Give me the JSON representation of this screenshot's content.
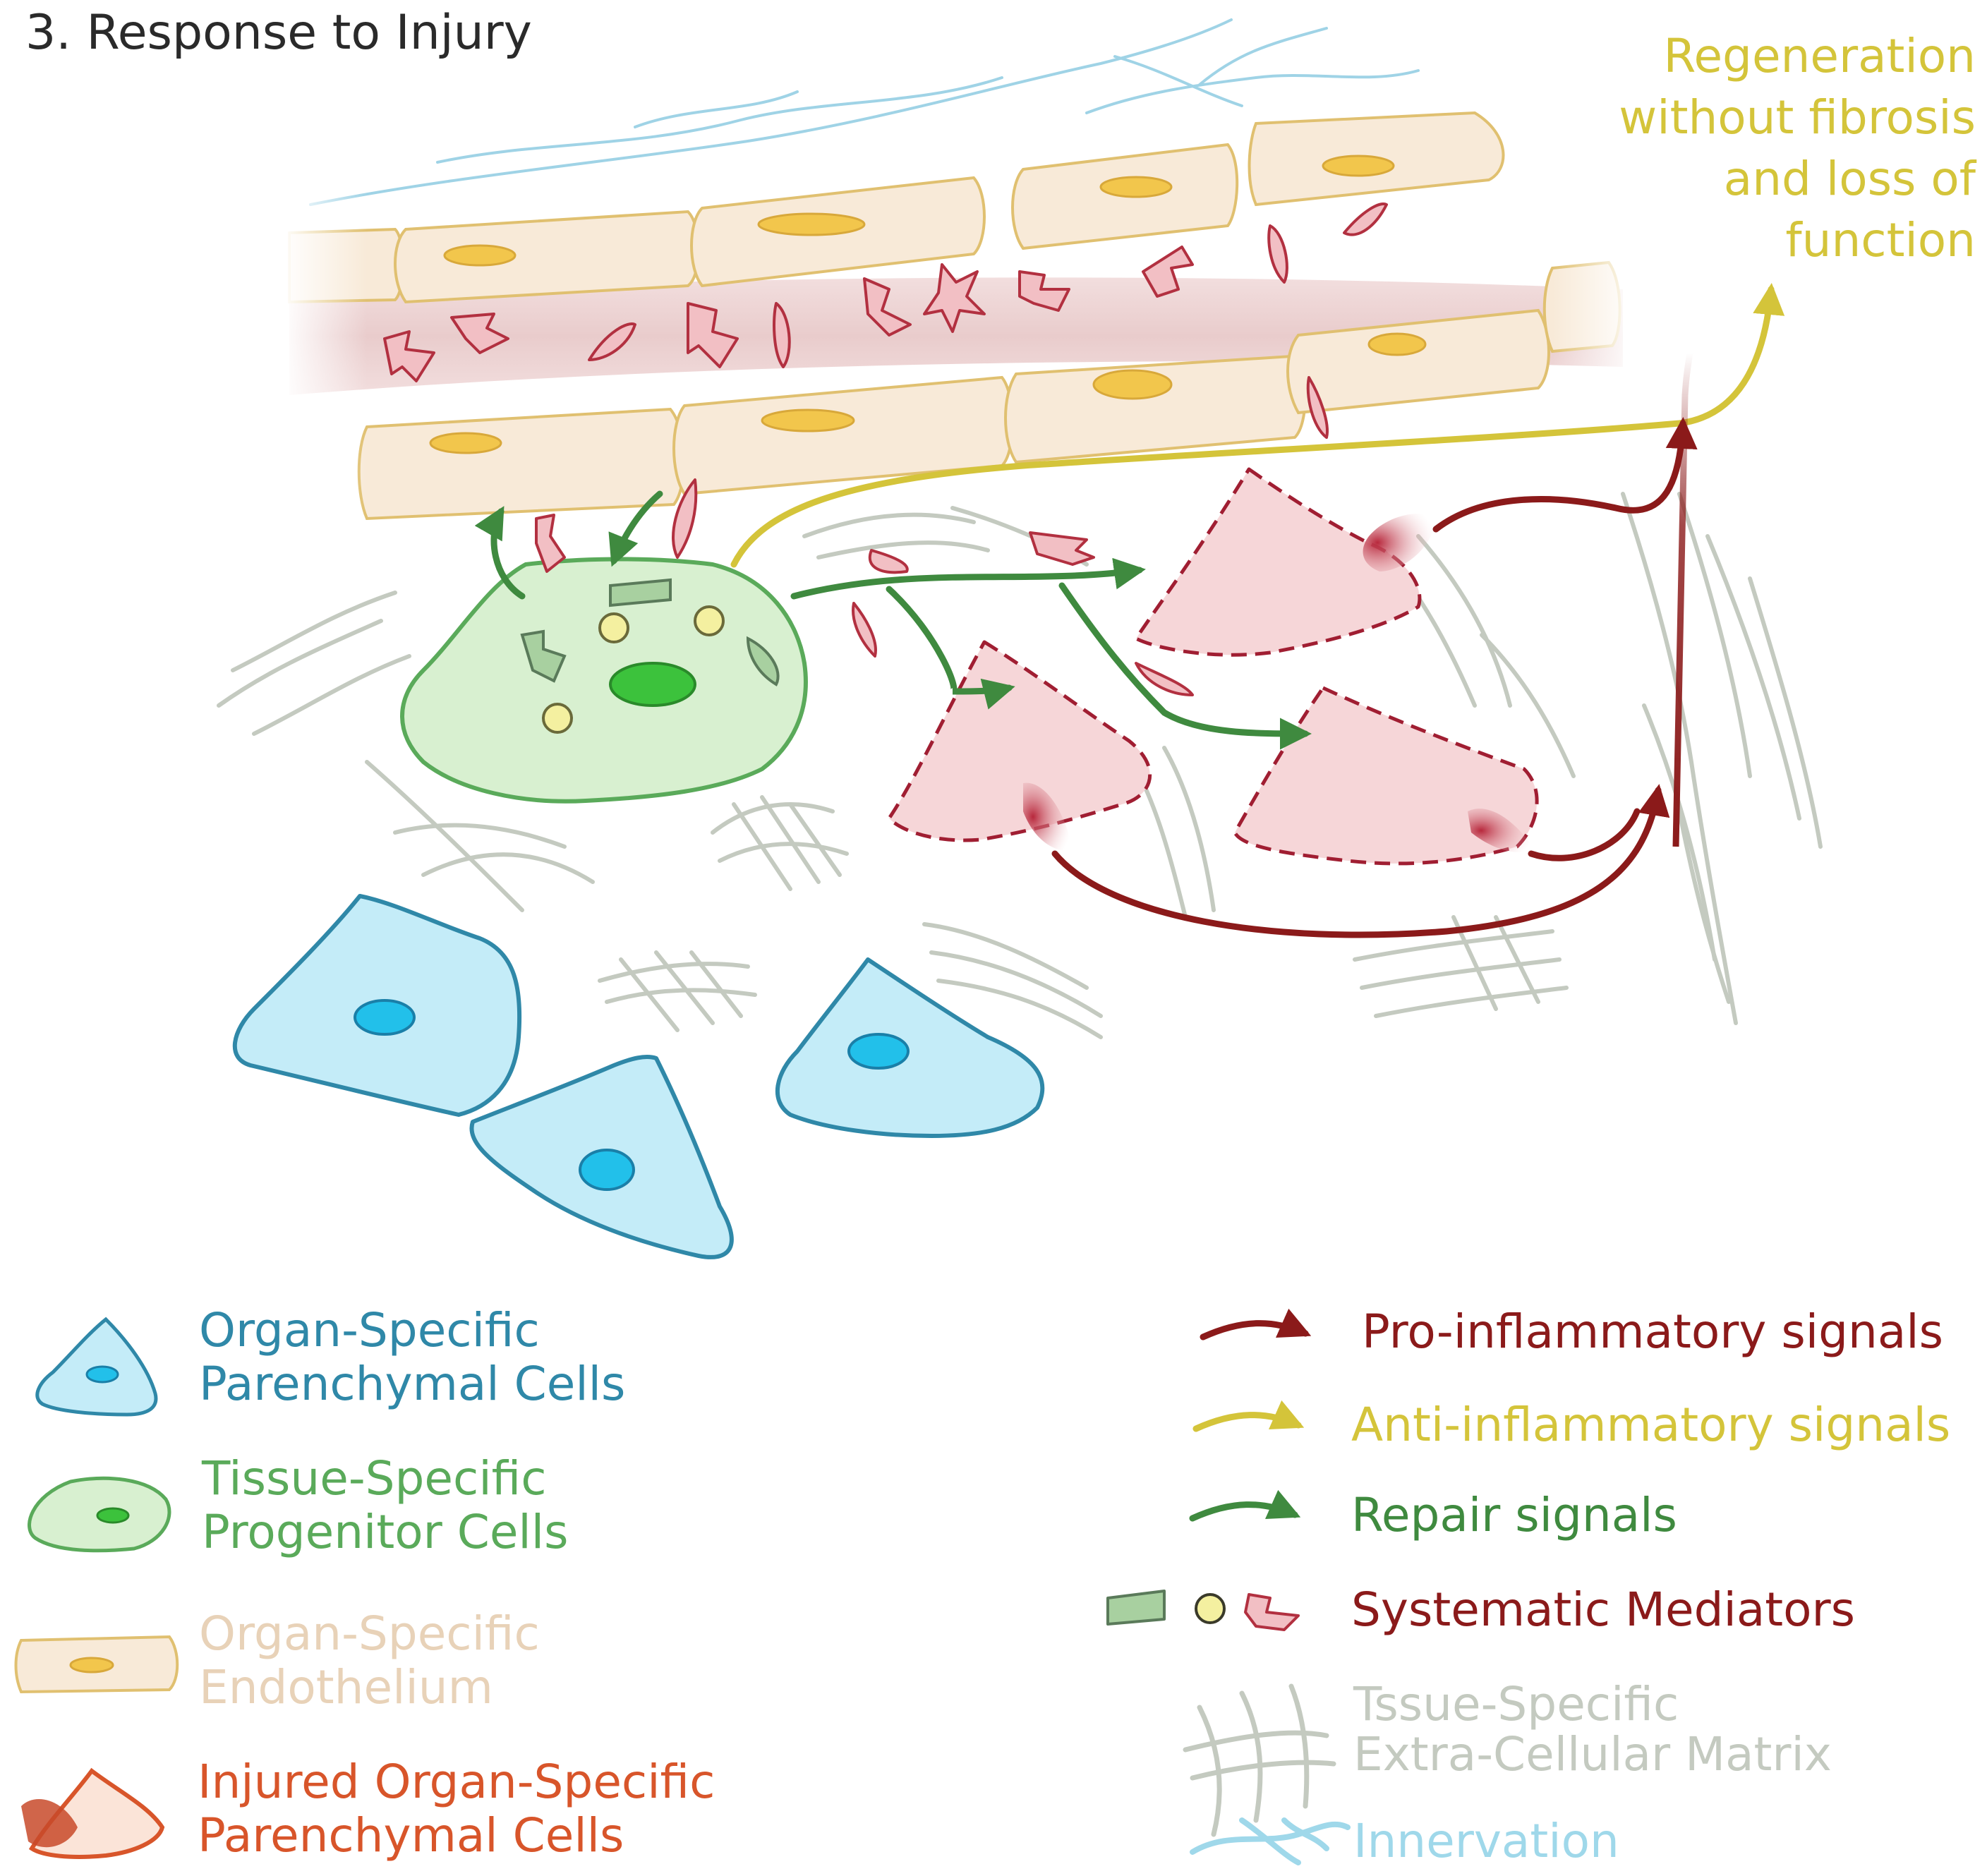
{
  "title": "3. Response to Injury",
  "regeneration_label": "Regeneration\nwithout fibrosis\nand loss of\nfunction",
  "legend_cells": [
    {
      "label": "Organ-Specific\nParenchymal Cells",
      "color": "#2f88a8"
    },
    {
      "label": "Tissue-Specific\nProgenitor Cells",
      "color": "#5aaa5a"
    },
    {
      "label": "Organ-Specific\nEndothelium",
      "color": "#e8d2b8"
    },
    {
      "label": "Injured Organ-Specific\nParenchymal Cells",
      "color": "#d8552a"
    }
  ],
  "legend_signals": [
    {
      "label": "Pro-inflammatory signals",
      "color": "#8b1a1a"
    },
    {
      "label": "Anti-inflammatory signals",
      "color": "#d4c43a"
    },
    {
      "label": "Repair signals",
      "color": "#3f8a3f"
    },
    {
      "label": "Systematic Mediators",
      "color": "#8b1a1a"
    },
    {
      "label": "Tssue-Specific\nExtra-Cellular Matrix",
      "color": "#c4cac0"
    },
    {
      "label": "Innervation",
      "color": "#9fd8ea"
    }
  ]
}
